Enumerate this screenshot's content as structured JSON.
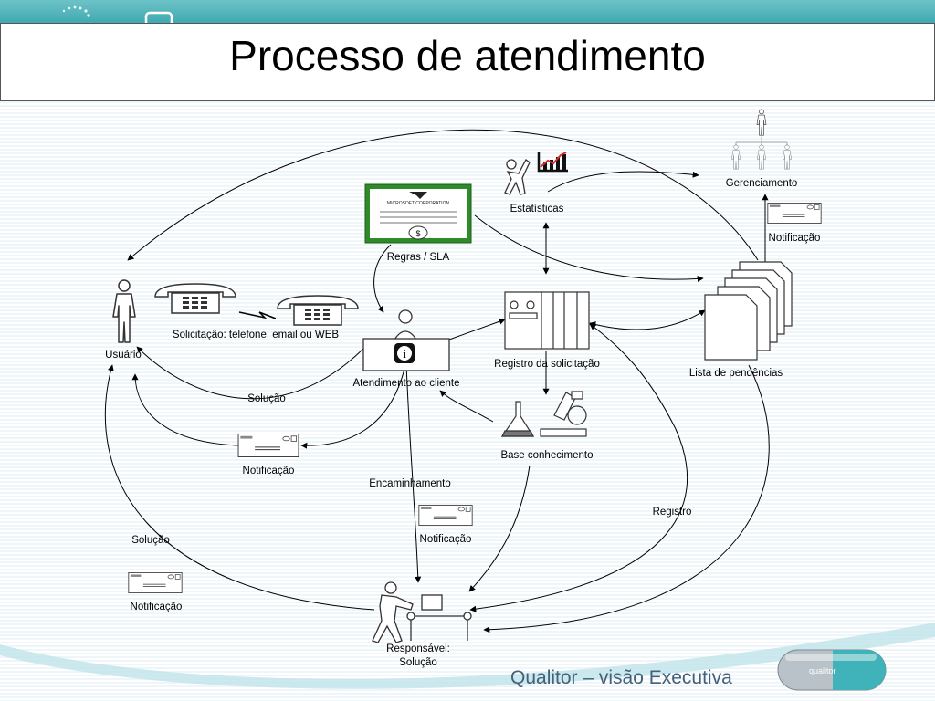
{
  "title": "Processo de atendimento",
  "footer": "Qualitor – visão Executiva",
  "labels": {
    "usuario": "Usuário",
    "solicitacao": "Solicitação: telefone, email ou WEB",
    "atendimento": "Atendimento ao cliente",
    "regras": "Regras / SLA",
    "registro_solicitacao": "Registro da solicitação",
    "estatisticas": "Estatísticas",
    "gerenciamento": "Gerenciamento",
    "notificacao_top": "Notificação",
    "lista": "Lista de pendências",
    "base": "Base conhecimento",
    "solucao1": "Solução",
    "notificacao1": "Notificação",
    "encaminhamento": "Encaminhamento",
    "notificacao2": "Notificação",
    "registro": "Registro",
    "solucao2": "Solução",
    "notificacao3": "Notificação",
    "responsavel1": "Responsável:",
    "responsavel2": "Solução"
  },
  "certificate": {
    "company": "MICROSOFT CORPORATION",
    "seal": "$"
  },
  "logo_text": "qualitor",
  "icons": [
    "person-icon",
    "phone-icon",
    "helpdesk-icon",
    "certificate-icon",
    "server-icon",
    "chart-person-icon",
    "org-chart-icon",
    "envelope-icon",
    "documents-icon",
    "lab-icon",
    "worker-icon",
    "capsule-logo-icon"
  ]
}
